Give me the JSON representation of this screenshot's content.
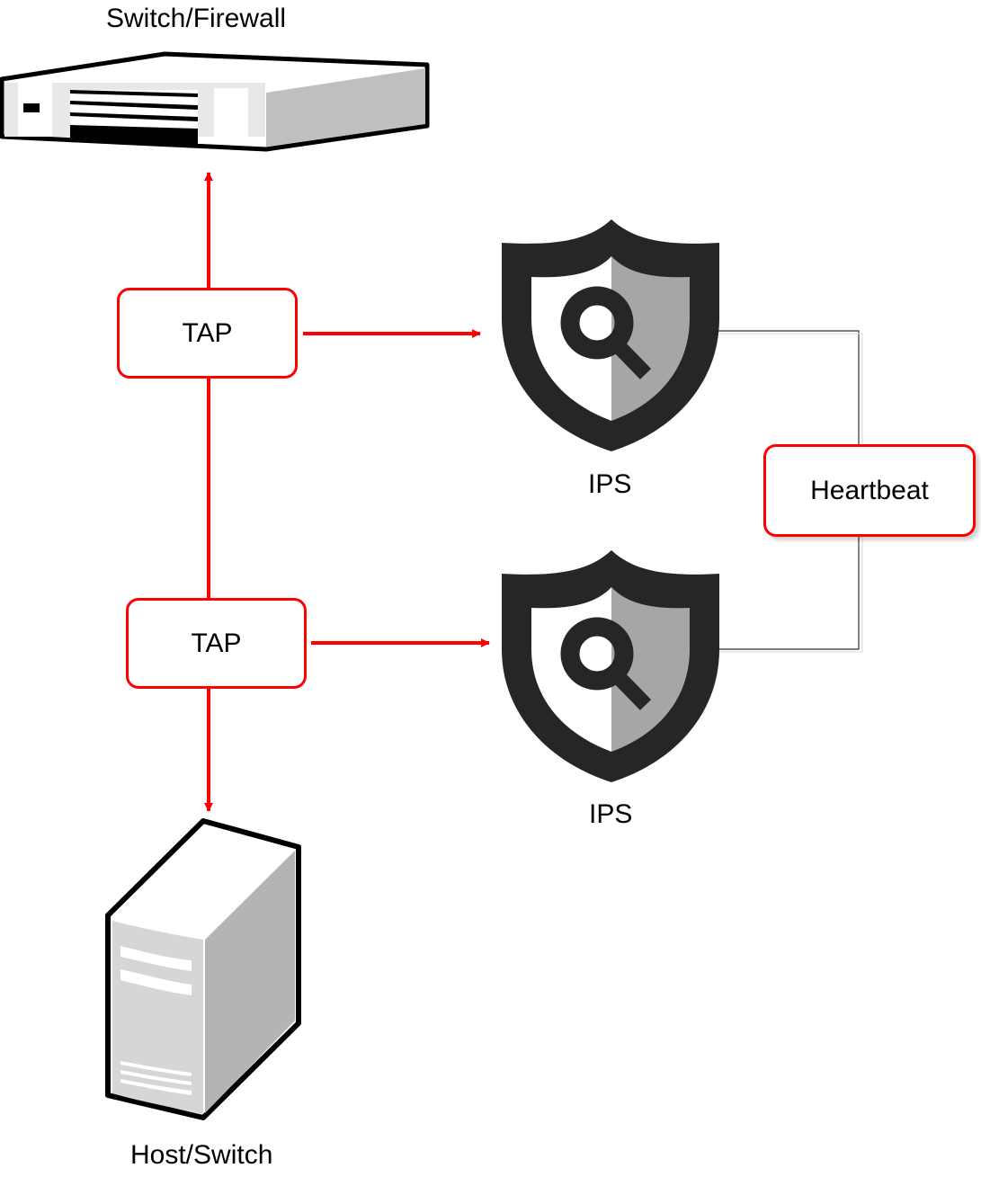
{
  "diagram": {
    "nodes": {
      "switch_firewall": {
        "label": "Switch/Firewall"
      },
      "tap_top": {
        "label": "TAP"
      },
      "tap_bottom": {
        "label": "TAP"
      },
      "ips_top": {
        "label": "IPS"
      },
      "ips_bottom": {
        "label": "IPS"
      },
      "heartbeat": {
        "label": "Heartbeat"
      },
      "host_switch": {
        "label": "Host/Switch"
      }
    },
    "edges": [
      {
        "from": "tap_top",
        "to": "switch_firewall",
        "style": "red-arrow"
      },
      {
        "from": "tap_bottom",
        "to": "tap_top",
        "style": "red-line"
      },
      {
        "from": "tap_top",
        "to": "ips_top",
        "style": "red-arrow"
      },
      {
        "from": "tap_bottom",
        "to": "ips_bottom",
        "style": "red-arrow"
      },
      {
        "from": "tap_bottom",
        "to": "host_switch",
        "style": "red-arrow"
      },
      {
        "from": "ips_top",
        "to": "ips_bottom",
        "via": "heartbeat",
        "style": "thin-gray-line"
      }
    ],
    "colors": {
      "accent": "#ff0000",
      "icon_dark": "#262626",
      "icon_gray": "#a6a6a6"
    }
  }
}
